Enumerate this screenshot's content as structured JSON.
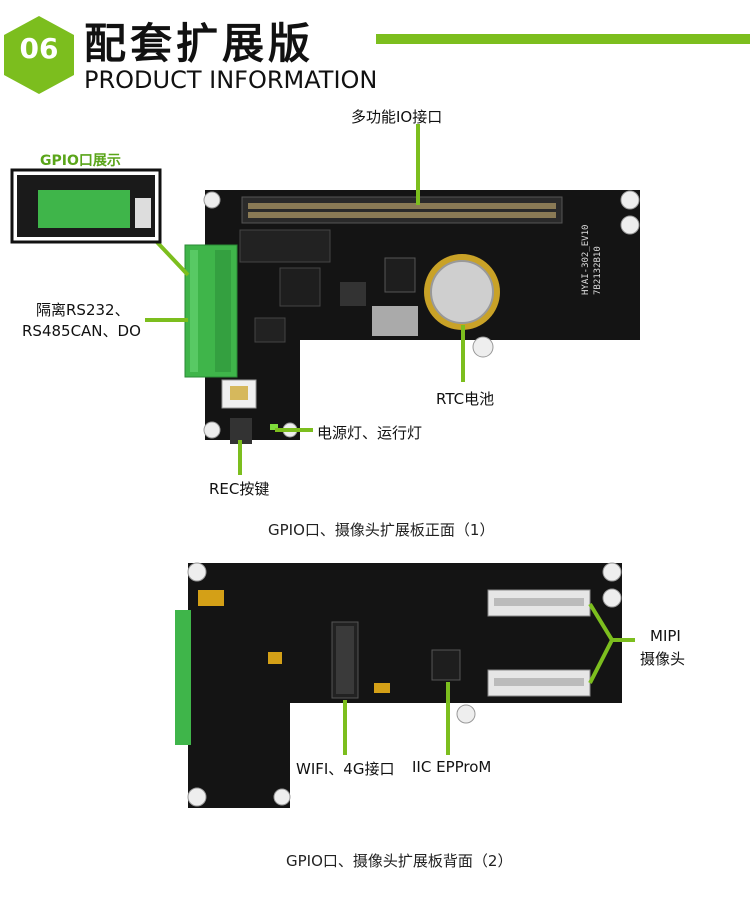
{
  "header": {
    "section_number": "06",
    "title": "配套扩展版",
    "subtitle": "PRODUCT INFORMATION"
  },
  "front": {
    "labels": {
      "io_interface": "多功能IO接口",
      "gpio_show": "GPIO口展示",
      "isolated_line1": "隔离RS232、",
      "isolated_line2": "RS485CAN、DO",
      "rtc_battery": "RTC电池",
      "leds": "电源灯、运行灯",
      "rec_button": "REC按键"
    },
    "board_text": {
      "model_line1": "HYAI-302_EV10",
      "model_line2": "7B2132B10"
    },
    "caption": "GPIO口、摄像头扩展板正面（1）"
  },
  "back": {
    "labels": {
      "mipi_line1": "MIPI",
      "mipi_line2": "摄像头",
      "wifi_4g": "WIFI、4G接口",
      "iic_eeprom": "IIC EPProM"
    },
    "caption": "GPIO口、摄像头扩展板背面（2）"
  },
  "colors": {
    "accent_green": "#7cbe1e",
    "pcb_black": "#141414",
    "terminal_green": "#3fb54a",
    "battery_gold": "#c9a227"
  }
}
